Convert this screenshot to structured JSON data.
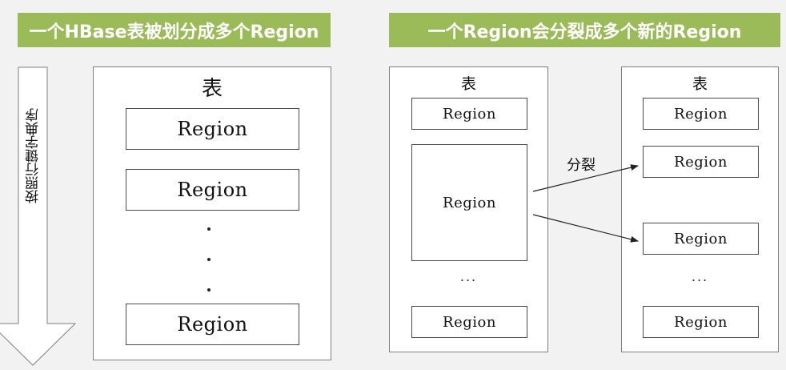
{
  "left_panel": {
    "banner": "一个HBase表被划分成多个Region",
    "sort_label": "按照行键字典序",
    "table": {
      "title": "表",
      "regions": [
        "Region",
        "Region",
        "Region"
      ]
    }
  },
  "right_panel": {
    "banner": "一个Region会分裂成多个新的Region",
    "split_label": "分裂",
    "before": {
      "title": "表",
      "regions": [
        "Region",
        "Region",
        "Region"
      ],
      "ellipsis": "..."
    },
    "after": {
      "title": "表",
      "regions": [
        "Region",
        "Region",
        "Region",
        "Region"
      ],
      "ellipsis": "..."
    }
  },
  "colors": {
    "banner": "#9bbb59",
    "background": "#f2f2f2"
  }
}
